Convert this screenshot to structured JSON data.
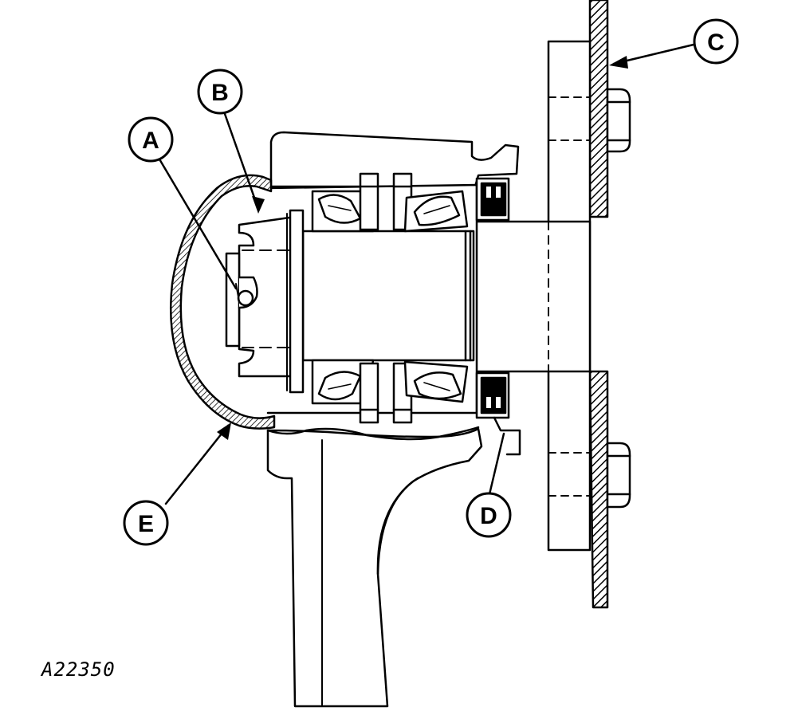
{
  "figure": {
    "id": "A22350"
  },
  "callouts": [
    {
      "key": "A",
      "label": "A"
    },
    {
      "key": "B",
      "label": "B"
    },
    {
      "key": "C",
      "label": "C"
    },
    {
      "key": "D",
      "label": "D"
    },
    {
      "key": "E",
      "label": "E"
    }
  ],
  "colors": {
    "ink": "#000000",
    "paper": "#ffffff"
  }
}
